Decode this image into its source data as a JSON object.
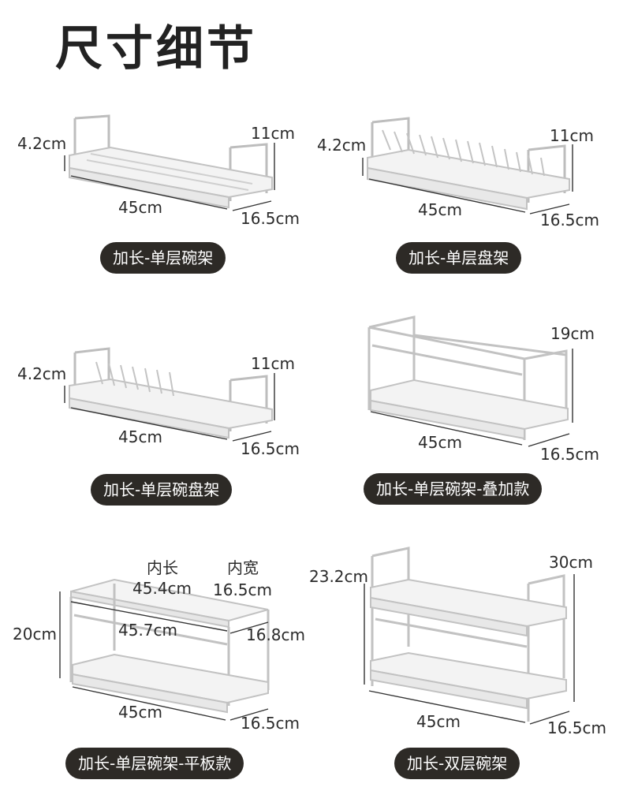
{
  "title": "尺寸细节",
  "products": [
    {
      "label": "加长-单层碗架",
      "height_left": "4.2cm",
      "height_right": "11cm",
      "length": "45cm",
      "depth": "16.5cm"
    },
    {
      "label": "加长-单层盘架",
      "height_left": "4.2cm",
      "height_right": "11cm",
      "length": "45cm",
      "depth": "16.5cm"
    },
    {
      "label": "加长-单层碗盘架",
      "height_left": "4.2cm",
      "height_right": "11cm",
      "length": "45cm",
      "depth": "16.5cm"
    },
    {
      "label": "加长-单层碗架-叠加款",
      "height_right": "19cm",
      "length": "45cm",
      "depth": "16.5cm"
    },
    {
      "label": "加长-单层碗架-平板款",
      "inner_length_label": "内长",
      "inner_length": "45.4cm",
      "inner_width_label": "内宽",
      "inner_width": "16.5cm",
      "height_left": "20cm",
      "tray_length": "45.7cm",
      "tray_depth": "16.8cm",
      "length": "45cm",
      "depth": "16.5cm"
    },
    {
      "label": "加长-双层碗架",
      "height_left": "23.2cm",
      "height_right": "30cm",
      "length": "45cm",
      "depth": "16.5cm"
    }
  ],
  "colors": {
    "pill_background": "#2d2a26",
    "rack_stroke": "#b8b8b8",
    "rack_fill": "#f4f4f4"
  }
}
